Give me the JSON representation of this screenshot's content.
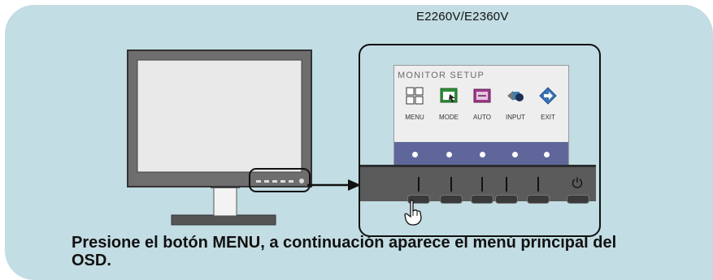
{
  "model_label": "E2260V/E2360V",
  "caption": "Presione el botón MENU, a continuación aparece el menú principal del OSD.",
  "osd": {
    "title": "MONITOR SETUP",
    "items": [
      {
        "label": "MENU",
        "icon": "menu-grid-icon"
      },
      {
        "label": "MODE",
        "icon": "mode-window-icon"
      },
      {
        "label": "AUTO",
        "icon": "auto-adjust-icon"
      },
      {
        "label": "INPUT",
        "icon": "input-source-icon"
      },
      {
        "label": "EXIT",
        "icon": "exit-arrow-icon"
      }
    ]
  },
  "colors": {
    "background_panel": "#c2dde3",
    "osd_bar": "#5f679a",
    "bezel": "#5b5b5b"
  }
}
